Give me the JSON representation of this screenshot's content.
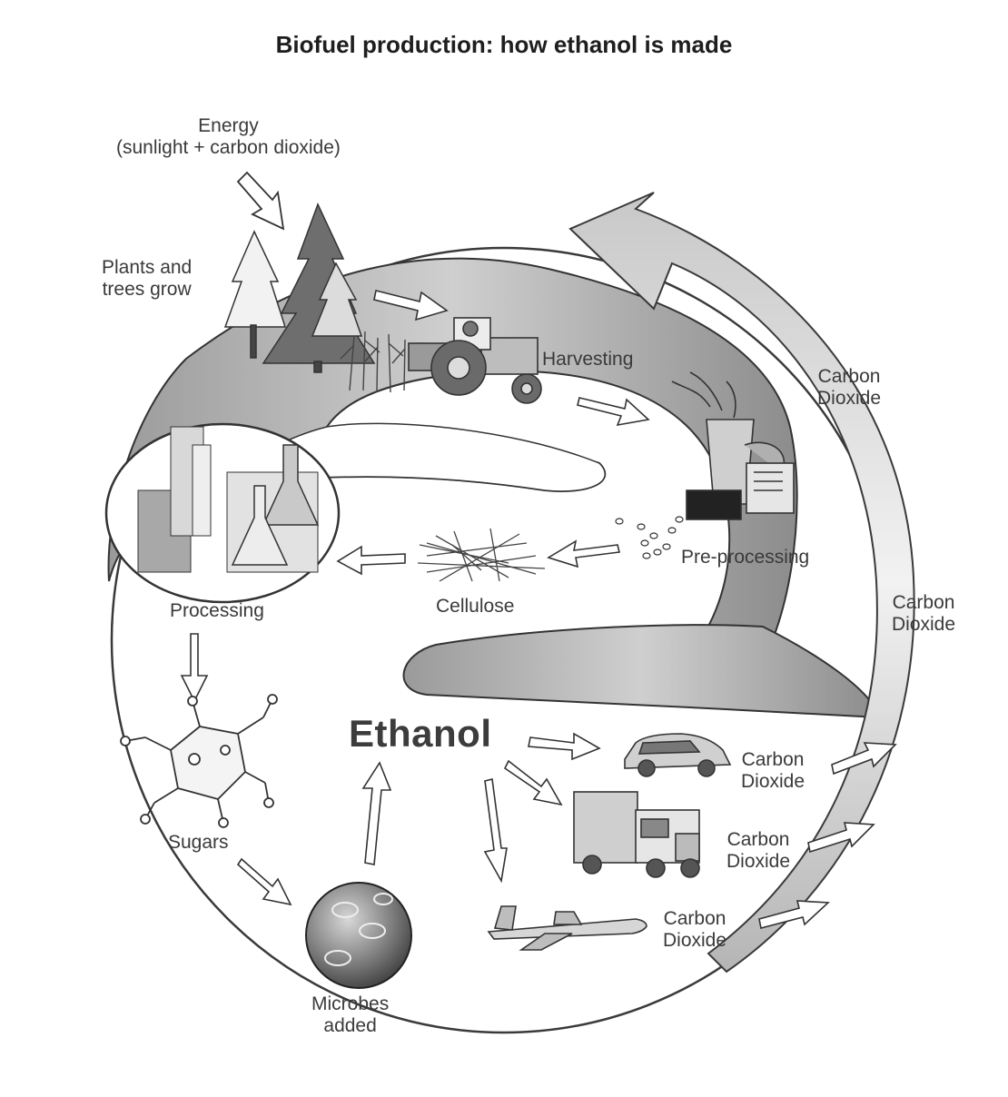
{
  "title": "Biofuel production: how ethanol is made",
  "labels": {
    "energy": [
      "Energy",
      "(sunlight + carbon dioxide)"
    ],
    "plants": [
      "Plants and",
      "trees grow"
    ],
    "harvesting": "Harvesting",
    "preprocessing": "Pre-processing",
    "cellulose": "Cellulose",
    "processing": "Processing",
    "sugars": "Sugars",
    "microbes": [
      "Microbes",
      "added"
    ],
    "ethanol": "Ethanol",
    "co2_top": [
      "Carbon",
      "Dioxide"
    ],
    "co2_right": [
      "Carbon",
      "Dioxide"
    ],
    "co2_car": [
      "Carbon",
      "Dioxide"
    ],
    "co2_truck": [
      "Carbon",
      "Dioxide"
    ],
    "co2_plane": [
      "Carbon",
      "Dioxide"
    ]
  },
  "colors": {
    "band_dark": "#8a8a8a",
    "band_mid": "#bdbdbd",
    "band_light": "#e4e4e4",
    "outline": "#333333"
  },
  "icons": [
    "sun-energy-arrow-icon",
    "trees-icon",
    "tractor-icon",
    "crop-icon",
    "preprocessing-machine-icon",
    "cellulose-fibers-icon",
    "lab-flasks-icon",
    "sugar-molecule-icon",
    "microbe-sphere-icon",
    "car-icon",
    "truck-icon",
    "airplane-icon"
  ]
}
